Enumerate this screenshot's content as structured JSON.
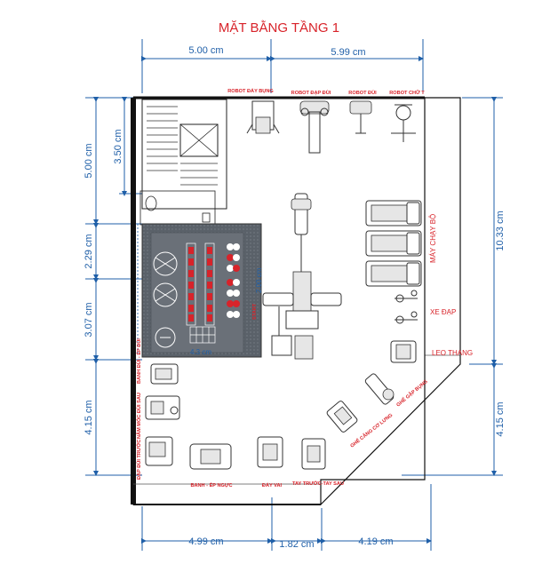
{
  "title": "MẶT BẰNG TẦNG 1",
  "dimensions": {
    "top_left": "5.00 cm",
    "top_right": "5.99 cm",
    "left_1": "5.00 cm",
    "left_inner": "3.50 cm",
    "left_2": "2.29 cm",
    "left_3": "3.07 cm",
    "left_4": "4.15 cm",
    "right_1": "10.33 cm",
    "right_2": "4.15 cm",
    "bottom_1": "4.99 cm",
    "bottom_2": "1.82 cm",
    "bottom_3": "4.19 cm",
    "stretch_zone_v": "2.00 cm",
    "stretch_zone_h": "4.3 cm"
  },
  "labels": {
    "robot_day_bung": "ROBOT ĐẨY BỤNG",
    "robot_dap_dui": "ROBOT ĐẠP ĐÙI",
    "robot_dui": "ROBOT ĐÙI",
    "robot_chu_t": "ROBOT CHỮ T",
    "may_chay_bo": "MÁY CHẠY BỘ",
    "xe_dap": "XE ĐẠP",
    "leo_thang": "LEO THANG",
    "ghe_gap_bung": "GHẾ GẬP BỤNG",
    "ghe_cang_co_lung": "GHẾ CĂNG CƠ LƯNG",
    "banh_ep_nguc": "BANH - ÉP NGỰC",
    "day_vai": "ĐẨY VAI",
    "tay_truoc_tay_sau": "TAY TRƯỚC-TAY SAU",
    "dap_dui_truoc": "ĐẠP ĐÙI TRƯỚC",
    "nam_moc_dui_sau": "NẰM MÓC ĐÙI SAU",
    "banh_dui_ep_dui": "BANH ĐÙI - ÉP ĐÙI",
    "start": "START"
  }
}
